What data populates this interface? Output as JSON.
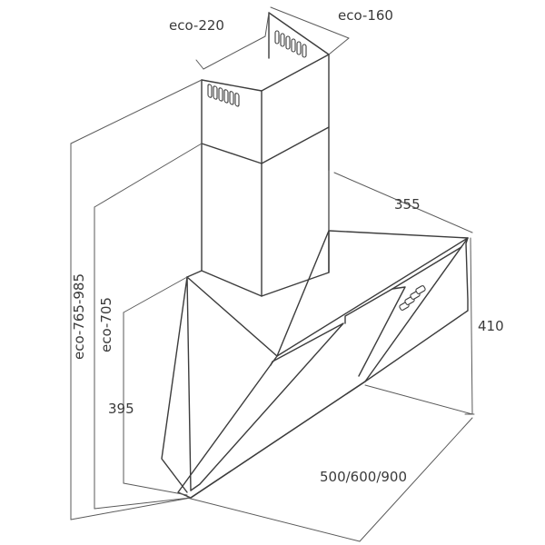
{
  "diagram": {
    "dimensions": {
      "chimney_width": "eco-220",
      "chimney_depth": "eco-160",
      "hood_depth": "355",
      "glass_height": "410",
      "base_height": "395",
      "total_height_short": "eco-705",
      "total_height_range": "eco-765-985",
      "hood_widths": "500/600/900"
    }
  }
}
